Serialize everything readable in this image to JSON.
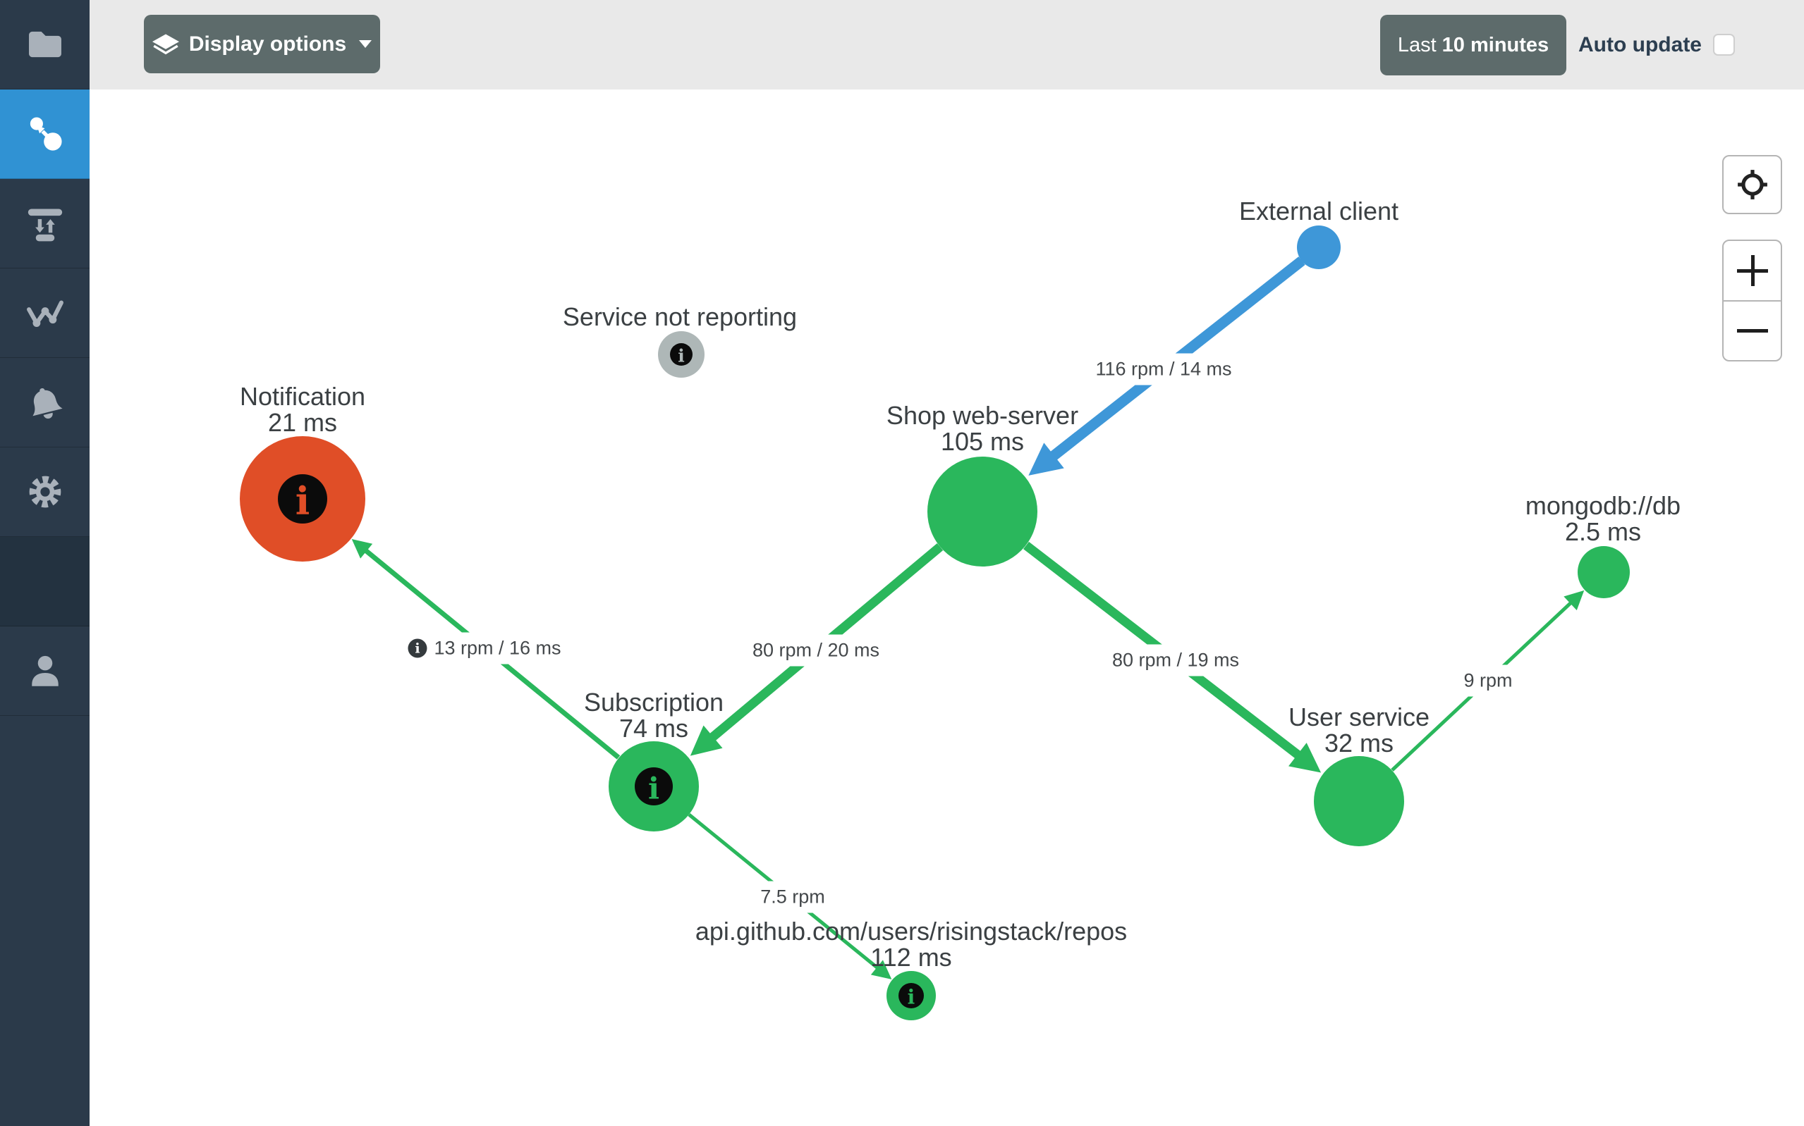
{
  "colors": {
    "green": "#2ab75c",
    "blue": "#3e97d8",
    "red": "#e04e27",
    "gray_node": "#aeb7b7",
    "sidebar_bg": "#2b3a4a",
    "sidebar_active": "#3092d3",
    "topbar_bg": "#e9e9e9",
    "button_bg": "#5d6b6b",
    "info_badge_bg": "#0b0b0b"
  },
  "icons": {
    "info_glyph": "i",
    "sidebar": [
      "folder-icon",
      "topology-icon",
      "throughput-icon",
      "metrics-icon",
      "alerts-bell-icon",
      "settings-gear-icon",
      "user-icon"
    ],
    "recenter": "crosshair-icon",
    "zoom_in": "plus-icon",
    "zoom_out": "minus-icon",
    "display_options": "layers-icon"
  },
  "header": {
    "display_options_label": "Display options",
    "time_range_prefix": "Last",
    "time_range_value": "10 minutes",
    "auto_update_label": "Auto update",
    "auto_update_checked": false
  },
  "graph": {
    "nodes": [
      {
        "id": "external-client",
        "name": "External client",
        "latency": "",
        "color": "#3e97d8"
      },
      {
        "id": "shop-web-server",
        "name": "Shop web-server",
        "latency": "105 ms",
        "color": "#2ab75c"
      },
      {
        "id": "service-not-reporting",
        "name": "Service not reporting",
        "latency": "",
        "color": "#aeb7b7",
        "has_info_badge": true
      },
      {
        "id": "notification",
        "name": "Notification",
        "latency": "21 ms",
        "color": "#e04e27",
        "has_info_badge": true
      },
      {
        "id": "subscription",
        "name": "Subscription",
        "latency": "74 ms",
        "color": "#2ab75c",
        "has_info_badge": true
      },
      {
        "id": "user-service",
        "name": "User service",
        "latency": "32 ms",
        "color": "#2ab75c"
      },
      {
        "id": "mongodb-db",
        "name": "mongodb://db",
        "latency": "2.5 ms",
        "color": "#2ab75c"
      },
      {
        "id": "github-repos",
        "name": "api.github.com/users/risingstack/repos",
        "latency": "112 ms",
        "color": "#2ab75c",
        "has_info_badge": true
      }
    ],
    "edges": [
      {
        "from": "external-client",
        "to": "shop-web-server",
        "label": "116 rpm / 14 ms",
        "color": "#3e97d8"
      },
      {
        "from": "shop-web-server",
        "to": "subscription",
        "label": "80 rpm / 20 ms",
        "color": "#2ab75c"
      },
      {
        "from": "shop-web-server",
        "to": "user-service",
        "label": "80 rpm / 19 ms",
        "color": "#2ab75c"
      },
      {
        "from": "subscription",
        "to": "notification",
        "label": "13 rpm / 16 ms",
        "color": "#2ab75c",
        "has_warning_icon": true
      },
      {
        "from": "subscription",
        "to": "github-repos",
        "label": "7.5 rpm",
        "color": "#2ab75c"
      },
      {
        "from": "user-service",
        "to": "mongodb-db",
        "label": "9 rpm",
        "color": "#2ab75c"
      }
    ]
  }
}
